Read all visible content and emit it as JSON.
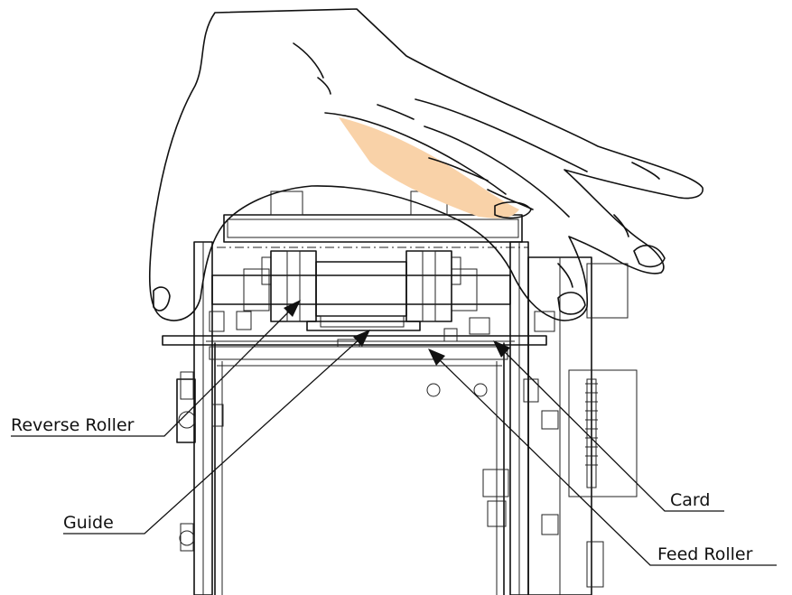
{
  "labels": {
    "reverse_roller": "Reverse Roller",
    "guide": "Guide",
    "card": "Card",
    "feed_roller": "Feed Roller"
  },
  "colors": {
    "skin": "#f6bf9a",
    "skin_highlight": "#f9d2a8",
    "nail": "#f8dcc2",
    "line": "#111111",
    "background": "#ffffff"
  }
}
